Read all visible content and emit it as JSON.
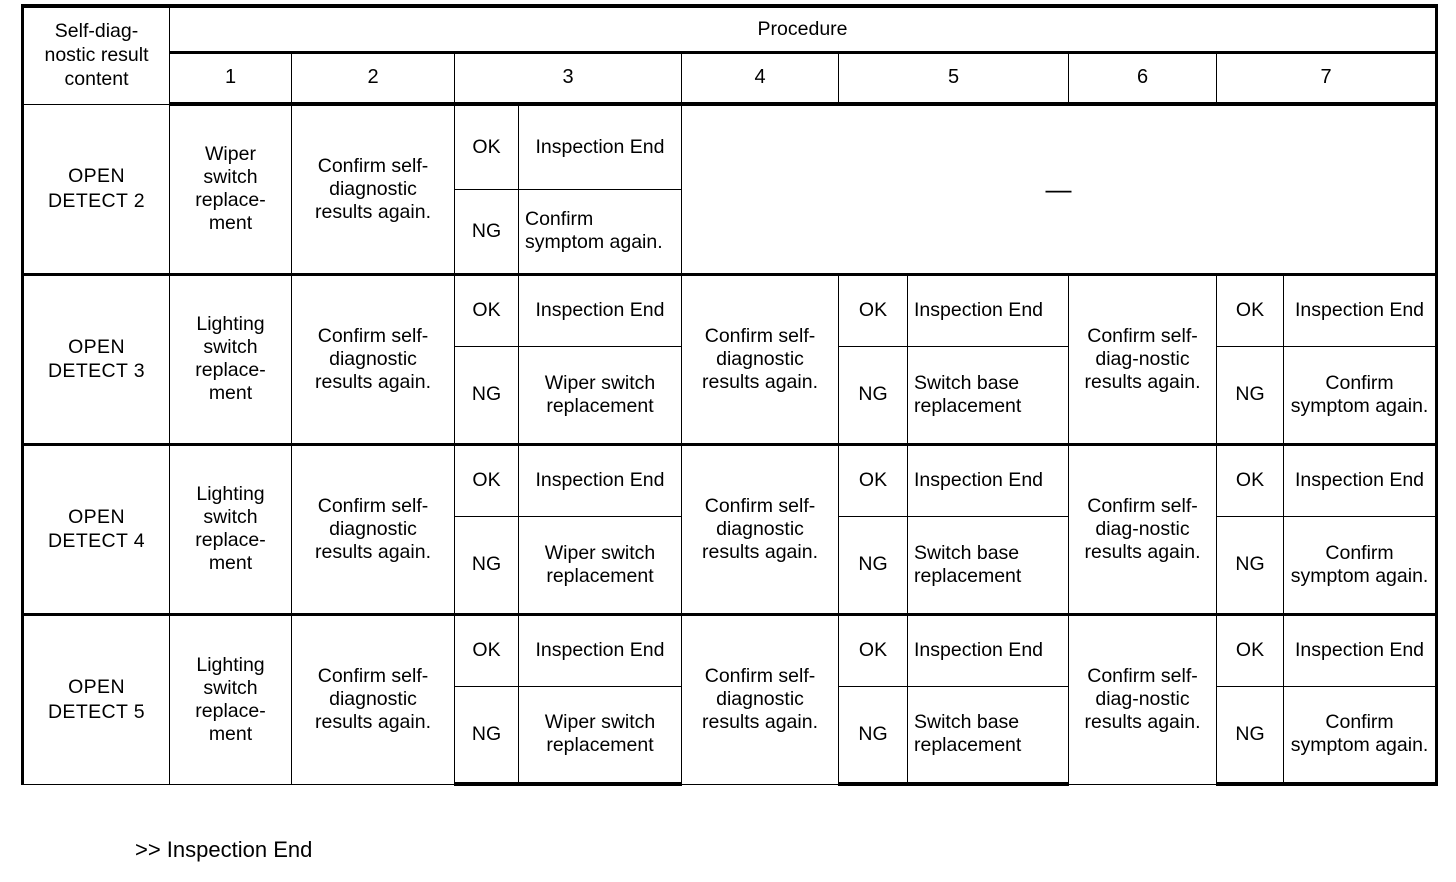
{
  "table": {
    "header": {
      "row_label": "Self-diag-\nnostic result\ncontent",
      "row_label_lines": [
        "Self-diag-",
        "nostic result",
        "content"
      ],
      "procedure_label": "Procedure",
      "columns": [
        "1",
        "2",
        "3",
        "4",
        "5",
        "6",
        "7"
      ]
    },
    "judgement_labels": {
      "ok": "OK",
      "ng": "NG"
    },
    "dash": "—",
    "rows": [
      {
        "code": "OPEN DETECT  2",
        "code_lines": [
          "OPEN",
          "DETECT  2"
        ],
        "step1": "Wiper switch replace-ment",
        "step1_lines": [
          "Wiper",
          "switch",
          "replace-",
          "ment"
        ],
        "step2": "Confirm self-diagnostic results again.",
        "step3_ok": "Inspection End",
        "step3_ng": "Confirm symptom again.",
        "rest_merged": true
      },
      {
        "code": "OPEN DETECT  3",
        "code_lines": [
          "OPEN",
          "DETECT  3"
        ],
        "step1": "Lighting switch replace-ment",
        "step1_lines": [
          "Lighting",
          "switch",
          "replace-",
          "ment"
        ],
        "step2": "Confirm self-diagnostic results again.",
        "step3_ok": "Inspection End",
        "step3_ng": "Wiper switch replacement",
        "step4": "Confirm self-diagnostic results again.",
        "step5_ok": "Inspection End",
        "step5_ng": "Switch base replacement",
        "step6": "Confirm self-diag-nostic results again.",
        "step7_ok": "Inspection End",
        "step7_ng": "Confirm symptom again.",
        "rest_merged": false
      },
      {
        "code": "OPEN DETECT  4",
        "code_lines": [
          "OPEN",
          "DETECT  4"
        ],
        "step1": "Lighting switch replace-ment",
        "step1_lines": [
          "Lighting",
          "switch",
          "replace-",
          "ment"
        ],
        "step2": "Confirm self-diagnostic results again.",
        "step3_ok": "Inspection End",
        "step3_ng": "Wiper switch replacement",
        "step4": "Confirm self-diagnostic results again.",
        "step5_ok": "Inspection End",
        "step5_ng": "Switch base replacement",
        "step6": "Confirm self-diag-nostic results again.",
        "step7_ok": "Inspection End",
        "step7_ng": "Confirm symptom again.",
        "rest_merged": false
      },
      {
        "code": "OPEN DETECT  5",
        "code_lines": [
          "OPEN",
          "DETECT  5"
        ],
        "step1": "Lighting switch replace-ment",
        "step1_lines": [
          "Lighting",
          "switch",
          "replace-",
          "ment"
        ],
        "step2": "Confirm self-diagnostic results again.",
        "step3_ok": "Inspection End",
        "step3_ng": "Wiper switch replacement",
        "step4": "Confirm self-diagnostic results again.",
        "step5_ok": "Inspection End",
        "step5_ng": "Switch base replacement",
        "step6": "Confirm self-diag-nostic results again.",
        "step7_ok": "Inspection End",
        "step7_ng": "Confirm symptom again.",
        "rest_merged": false
      }
    ]
  },
  "footer": {
    "note": ">> Inspection End"
  },
  "colors": {
    "rule": "#000000",
    "background": "#ffffff",
    "text": "#000000"
  }
}
